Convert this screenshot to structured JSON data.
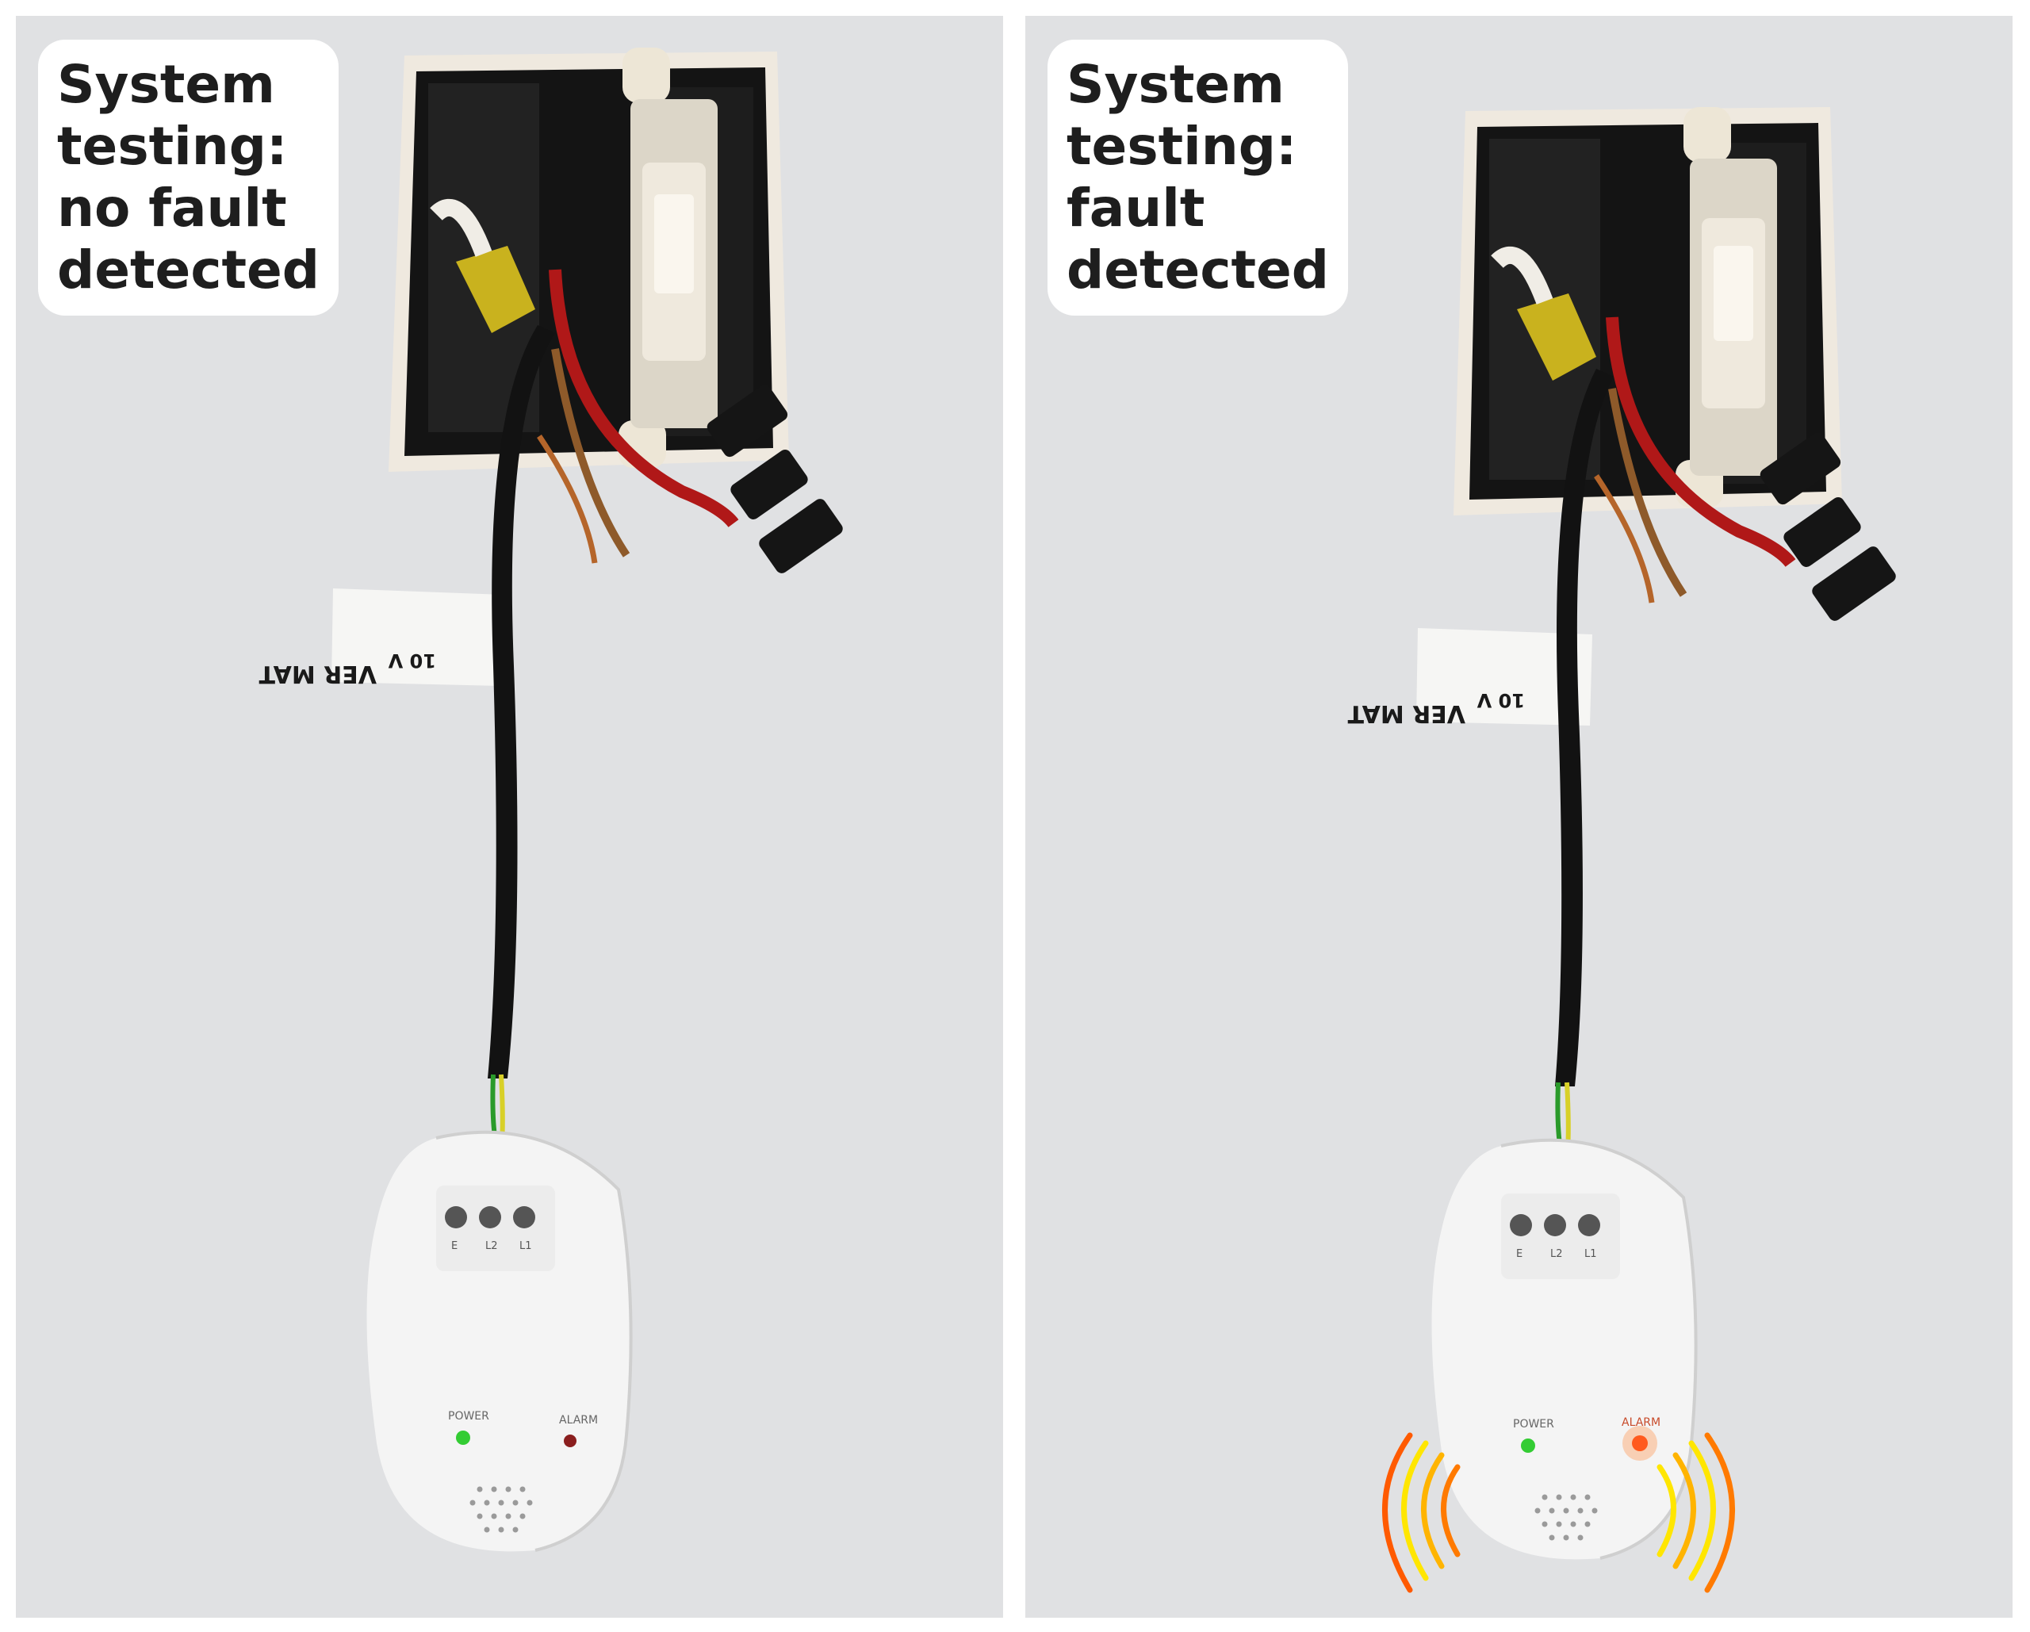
{
  "panels": [
    {
      "caption_lines": [
        "System",
        "testing:",
        "no fault",
        "detected"
      ],
      "label_text": [
        "VER MAT",
        "10 V"
      ],
      "terminal_labels": [
        "L1",
        "L2",
        "E"
      ],
      "power_label": "POWER",
      "alarm_label": "ALARM",
      "power_led": "on",
      "alarm_led": "off",
      "sound_waves": false
    },
    {
      "caption_lines": [
        "System",
        "testing:",
        "fault",
        "detected"
      ],
      "label_text": [
        "VER MAT",
        "10 V"
      ],
      "terminal_labels": [
        "L1",
        "L2",
        "E"
      ],
      "power_label": "POWER",
      "alarm_label": "ALARM",
      "power_led": "on",
      "alarm_led": "on",
      "sound_waves": true
    }
  ],
  "colors": {
    "wall": "#dedfe1",
    "power_led": "#33cc33",
    "alarm_led_off": "#8a1e1e",
    "alarm_led_on": "#ff5a1e",
    "wave_outer": "#ffe600",
    "wave_inner": "#ff7a00"
  }
}
